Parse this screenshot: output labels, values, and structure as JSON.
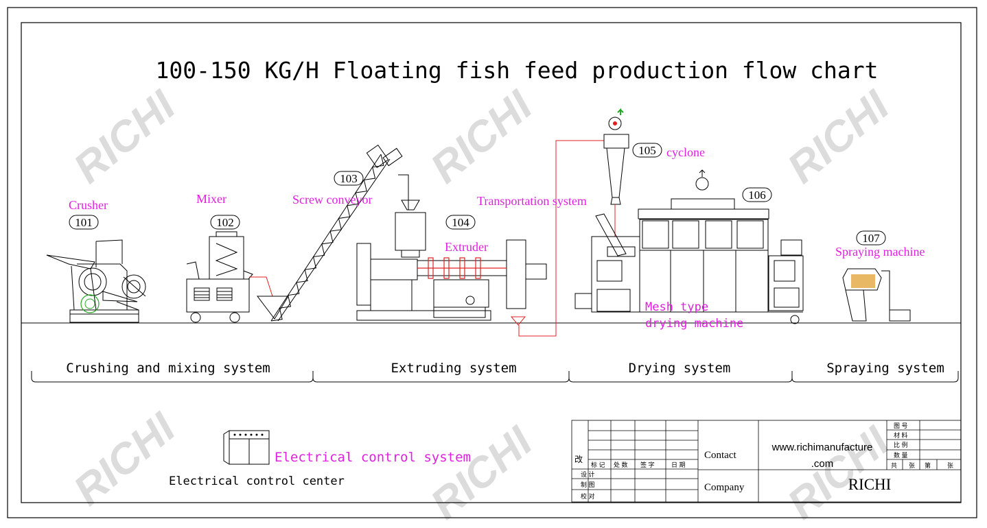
{
  "title": "100-150 KG/H Floating fish feed production flow chart",
  "watermark": "RICHI",
  "equipment": [
    {
      "code": "101",
      "label": "Crusher"
    },
    {
      "code": "102",
      "label": "Mixer"
    },
    {
      "code": "103",
      "label": "Screw conveyor"
    },
    {
      "code": "104",
      "label": "Extruder"
    },
    {
      "code": "",
      "label": "Transportation system"
    },
    {
      "code": "105",
      "label": "cyclone"
    },
    {
      "code": "106",
      "label": "Mesh type",
      "label2": "drying machine"
    },
    {
      "code": "107",
      "label": "Spraying machine"
    }
  ],
  "systems": [
    "Crushing and mixing system",
    "Extruding system",
    "Drying system",
    "Spraying system"
  ],
  "electrical": {
    "label": "Electrical control system",
    "center": "Electrical control center"
  },
  "title_block": {
    "gai": "改",
    "rev_headers": [
      "标 记",
      "处 数",
      "签 字",
      "日 期"
    ],
    "left_rows": [
      "设 计",
      "制 图",
      "校 对"
    ],
    "contact_label": "Contact",
    "company_label": "Company",
    "website_line1": "www.richimanufacture",
    "website_line2": ".com",
    "company": "RICHI",
    "right_labels": [
      "图 号",
      "材 料",
      "比 例",
      "数 量"
    ],
    "sheet_labels": [
      "共",
      "张",
      "第",
      "张"
    ]
  },
  "colors": {
    "magenta": "#e020e0",
    "red": "#e02020",
    "green": "#22aa22",
    "line": "#000000"
  }
}
